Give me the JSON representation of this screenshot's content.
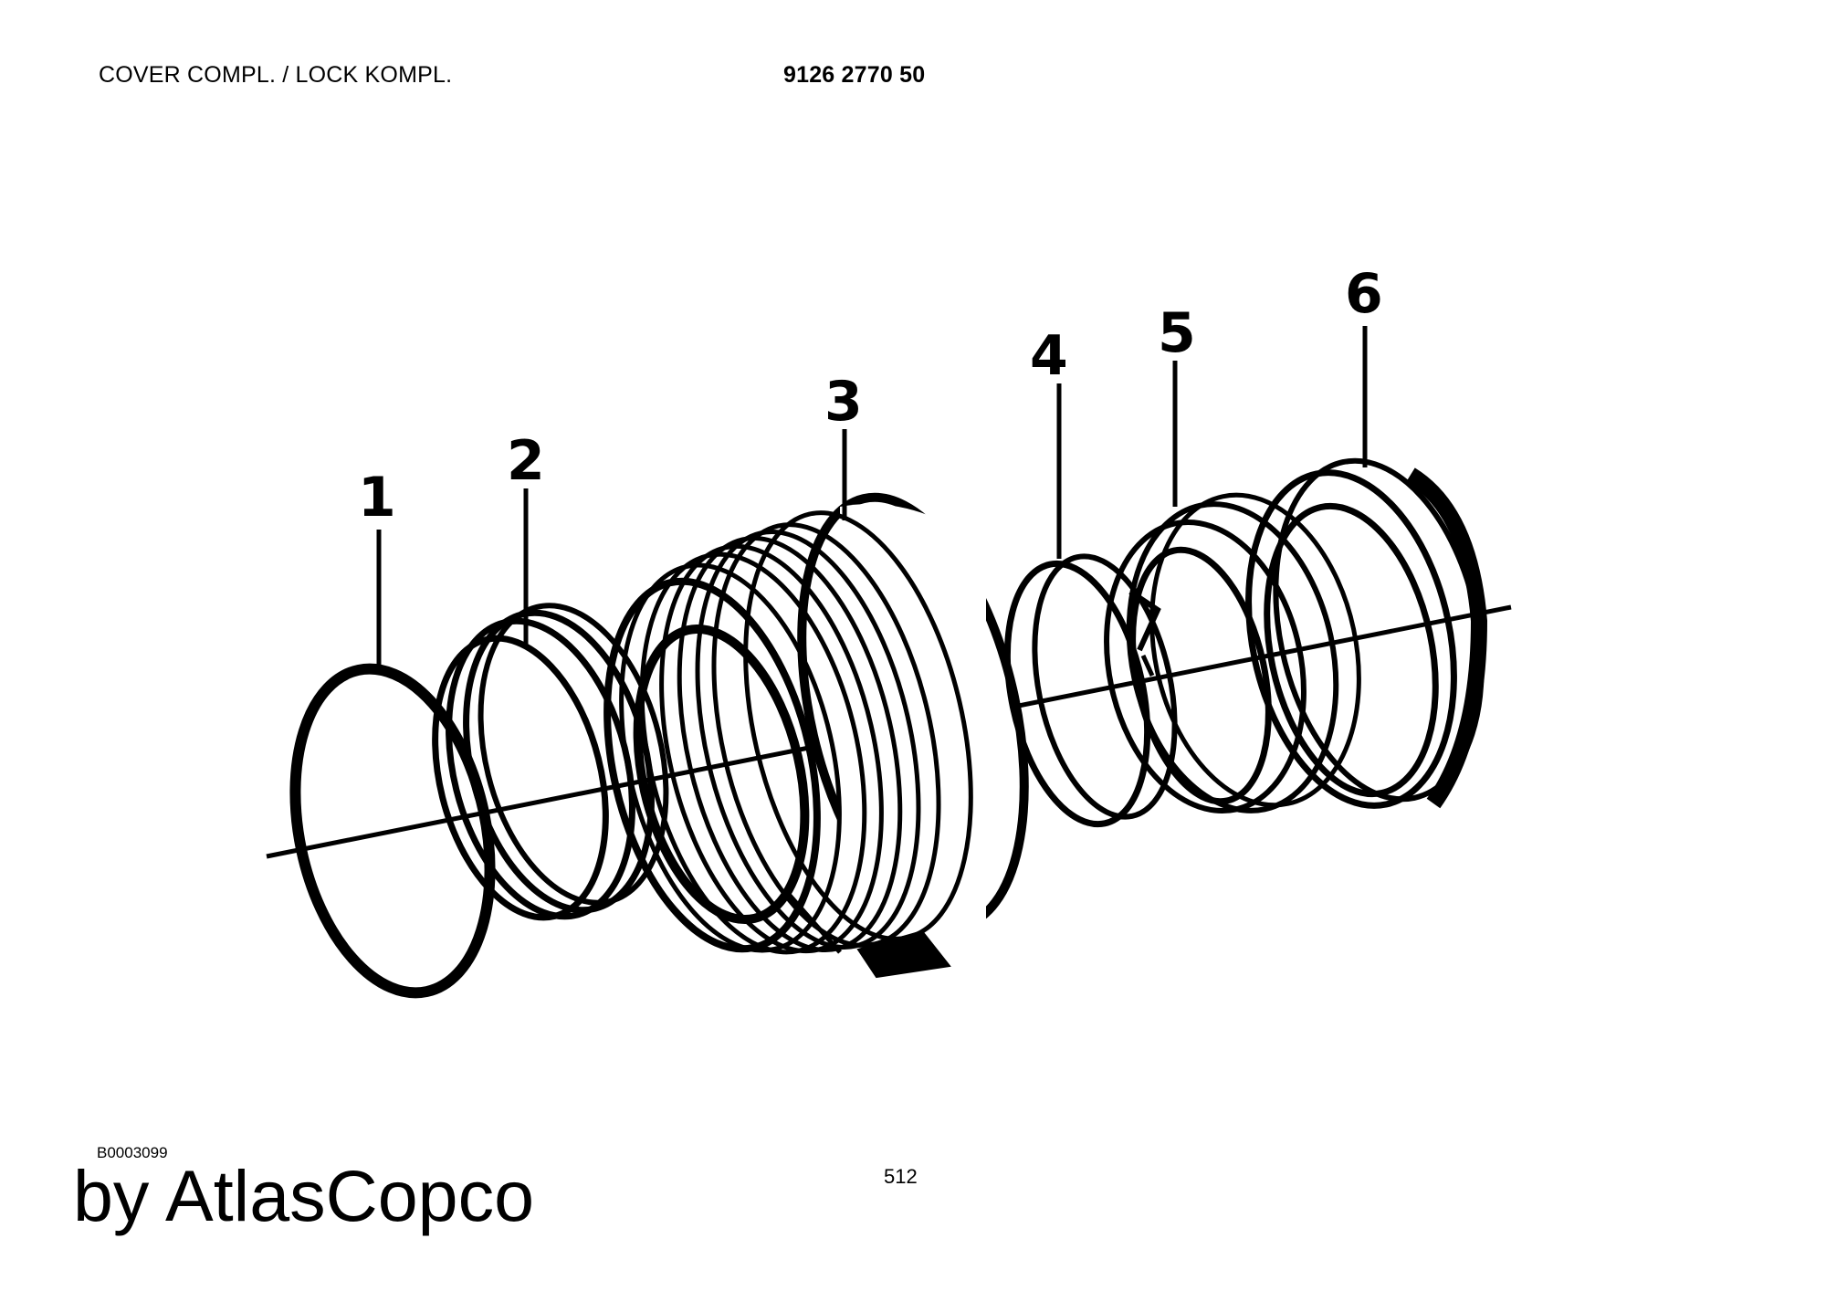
{
  "header": {
    "title": "COVER COMPL. / LOCK KOMPL.",
    "part_number": "9126 2770 50"
  },
  "drawing": {
    "callouts": [
      "1",
      "2",
      "3",
      "4",
      "5",
      "6"
    ]
  },
  "footer": {
    "drawing_code": "B0003099",
    "brand": "by AtlasCopco",
    "page_number": "512"
  }
}
